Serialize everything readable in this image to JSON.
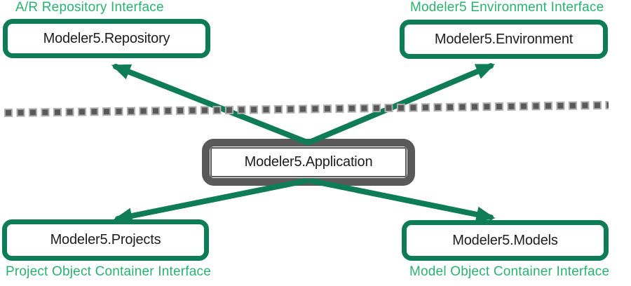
{
  "nodes": {
    "application": {
      "label": "Modeler5.Application"
    },
    "repository": {
      "label": "Modeler5.Repository",
      "caption": "A/R Repository Interface"
    },
    "environment": {
      "label": "Modeler5.Environment",
      "caption": "Modeler5 Environment Interface"
    },
    "projects": {
      "label": "Modeler5.Projects",
      "caption": "Project Object Container Interface"
    },
    "models": {
      "label": "Modeler5.Models",
      "caption": "Model Object Container Interface"
    }
  },
  "edges": [
    {
      "from": "application",
      "to": "repository"
    },
    {
      "from": "application",
      "to": "environment"
    },
    {
      "from": "application",
      "to": "projects"
    },
    {
      "from": "application",
      "to": "models"
    }
  ],
  "separator": {
    "style": "dashed",
    "color": "#595959"
  },
  "colors": {
    "node_border_green": "#0e7c57",
    "caption_green": "#2bb170",
    "application_gray": "#595959",
    "label_text": "#1d1d1d",
    "background": "#ffffff"
  }
}
